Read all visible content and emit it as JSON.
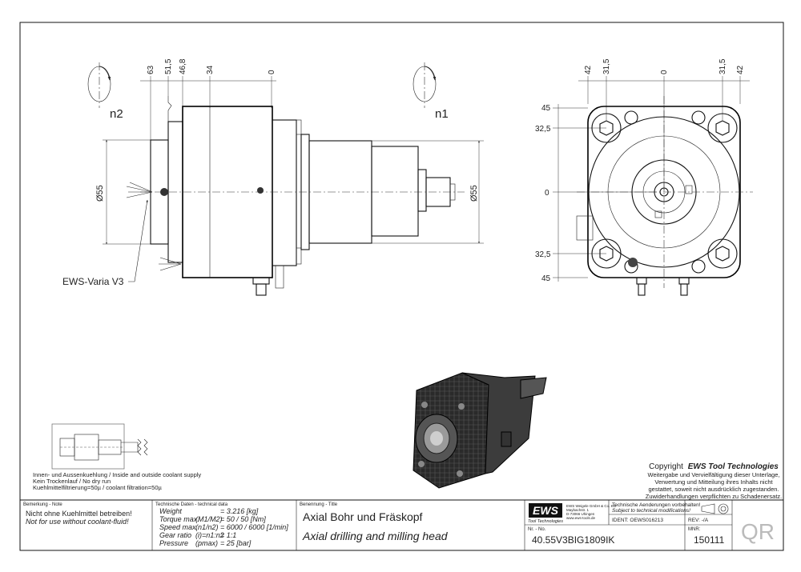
{
  "side_view": {
    "rotation_label": "n2",
    "top_dims": [
      "63",
      "51,5",
      "46,8",
      "34",
      "0"
    ],
    "diam_left": "Ø55",
    "diam_right": "Ø55",
    "callout": "EWS-Varia V3"
  },
  "middle_view": {
    "rotation_label": "n1"
  },
  "front_view": {
    "top_dims": [
      "42",
      "31,5",
      "0",
      "31,5",
      "42"
    ],
    "left_dims": [
      "45",
      "32,5",
      "0",
      "32,5",
      "45"
    ]
  },
  "coolant_notes": [
    "Innen- und Aussenkuehlung / Inside and outside coolant supply",
    "Kein Trockenlauf / No dry run",
    "Kuehlmittelfiltrierung=50µ / coolant filtration=50µ"
  ],
  "copyright": {
    "line1_prefix": "Copyright",
    "line1_brand": "EWS Tool Technologies",
    "lines": [
      "Weitergabe und Vervielfältigung dieser Unterlage,",
      "Verwertung und Mitteilung ihres Inhalts nicht",
      "gestattet, soweit nicht ausdrücklich zugestanden.",
      "Zuwiderhandlungen verpflichten zu Schadenersatz."
    ]
  },
  "title_block": {
    "note_header": "Bemerkung - Note",
    "note_de": "Nicht ohne Kuehlmittel betreiben!",
    "note_en": "Not for use without coolant-fluid!",
    "tech_header": "Technische Daten - technical data",
    "tech_rows": [
      {
        "label": "Weight",
        "sym": "",
        "value": "= 3.216 [kg]"
      },
      {
        "label": "Torque max.",
        "sym": "(M1/M2)",
        "value": "= 50 / 50 [Nm]"
      },
      {
        "label": "Speed max.",
        "sym": "(n1/n2)",
        "value": "= 6000 / 6000 [1/min]"
      },
      {
        "label": "Gear ratio",
        "sym": "(i)=n1:n2",
        "value": "= 1:1"
      },
      {
        "label": "Pressure",
        "sym": "(pmax)",
        "value": "= 25 [bar]"
      }
    ],
    "title_header": "Benennung - Title",
    "title_de": "Axial Bohr und Fräskopf",
    "title_en": "Axial drilling and milling head",
    "logo_text": "EWS",
    "logo_sub": "Tool Technologies",
    "company_lines": [
      "EWS Weigele GmbH & Co. KG",
      "Maybachstr. 1",
      "D-73066 Uhingen",
      "www.ews-tools.de"
    ],
    "modif_de": "Technische Aenderungen vorbehalten!",
    "modif_en": "Subject to technical modifications!",
    "ident": "IDENT: OEWS016213",
    "rev": "REV: -/A",
    "nr_label": "Nr. - No.",
    "part_no": "40.55V3BIG1809IK",
    "mnr_label": "MNR:",
    "mnr": "150111",
    "qr": "QR"
  }
}
